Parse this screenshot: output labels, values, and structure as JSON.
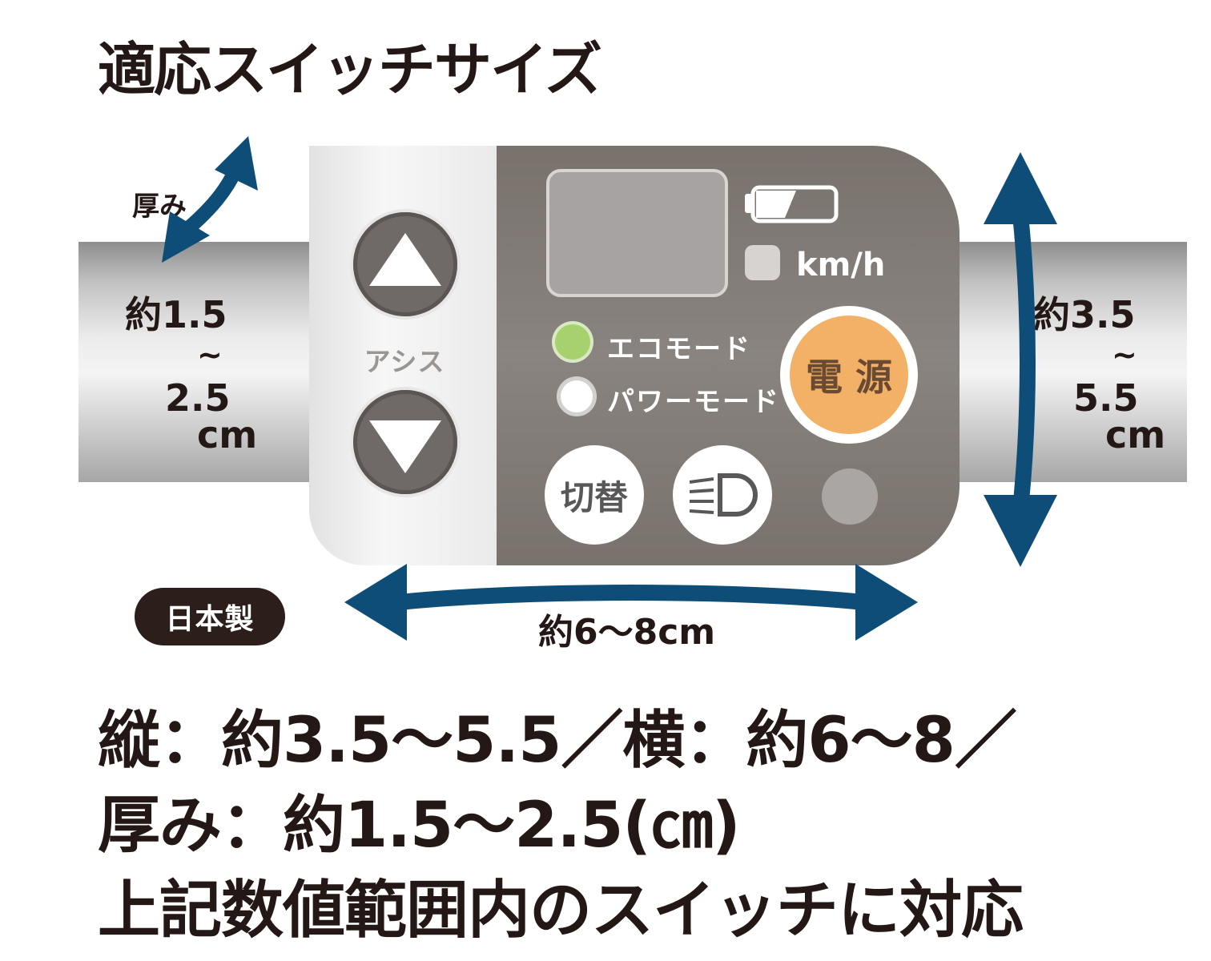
{
  "title": "適応スイッチサイズ",
  "thickness_label": "厚み",
  "thickness_dim": {
    "value": "約1.5",
    "tilde": "~",
    "value2": "2.5",
    "unit": "cm"
  },
  "height_dim": {
    "value": "約3.5",
    "tilde": "~",
    "value2": "5.5",
    "unit": "cm"
  },
  "width_dim": "約6〜8cm",
  "made_in": "日本製",
  "panel": {
    "assist_label": "アシスト",
    "km_label": "km/h",
    "eco_mode": "エコモード",
    "power_mode": "パワーモード",
    "power_button": "電 源",
    "switch_button": "切替",
    "eco_led_color": "#a6d16e",
    "power_button_color": "#f2b166",
    "arrow_color": "#0e4d78"
  },
  "spec_lines": [
    "縦：約3.5〜5.5／横：約6〜8／",
    "厚み：約1.5〜2.5(㎝)",
    "上記数値範囲内のスイッチに対応"
  ]
}
